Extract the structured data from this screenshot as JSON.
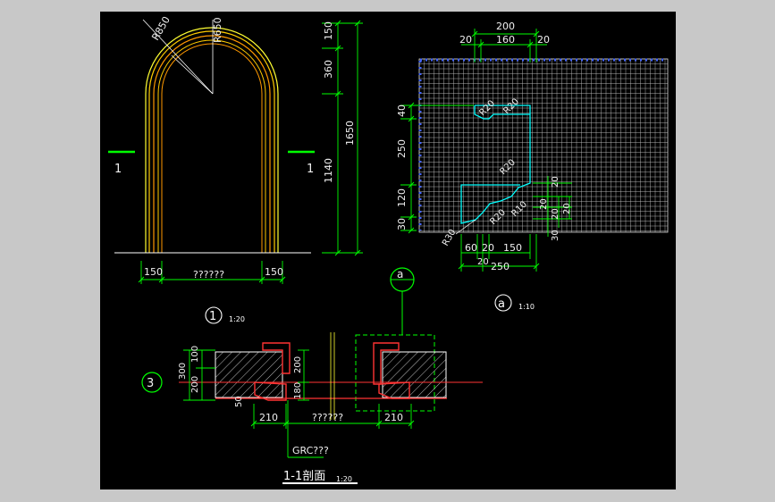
{
  "drawing": {
    "background": "#000000",
    "frame_color": "#c8c8c8",
    "colors": {
      "dim": "#00ff00",
      "arch_outer": "#ffff33",
      "arch_inner": "#ff9900",
      "profile": "#00ffff",
      "section": "#ff3333",
      "hatch": "#bbbbbb",
      "grid": "#bfbfbf",
      "text": "#ffffff"
    }
  },
  "elevation": {
    "radius_outer": "R850",
    "radius_inner": "R650",
    "dims_right": [
      "150",
      "360",
      "1650",
      "1140"
    ],
    "dims_bottom": [
      "150",
      "??????",
      "150"
    ],
    "section_mark_left": "1",
    "section_mark_right": "1",
    "label_number": "1",
    "label_scale": "1:20"
  },
  "detail_a": {
    "top_total": "200",
    "top_parts": [
      "20",
      "160",
      "20"
    ],
    "left_dims": [
      "40",
      "250",
      "120",
      "30"
    ],
    "right_dims": [
      "20",
      "20",
      "20",
      "20",
      "30"
    ],
    "radii": [
      "R20",
      "R20",
      "R20",
      "R10",
      "R20",
      "R30"
    ],
    "bottom_parts": [
      "60",
      "20",
      "150"
    ],
    "bottom_small": "20",
    "bottom_total": "250",
    "label_letter": "a",
    "label_scale": "1:10",
    "callout_letter": "a"
  },
  "section": {
    "marker": "3",
    "left_dims": [
      "300",
      "100",
      "200"
    ],
    "mid_dims": [
      "200",
      "180"
    ],
    "small_dim": "50",
    "bottom_dims": [
      "210",
      "??????",
      "210"
    ],
    "material_note": "GRC???",
    "title": "1-1剖面",
    "title_scale": "1:20"
  }
}
